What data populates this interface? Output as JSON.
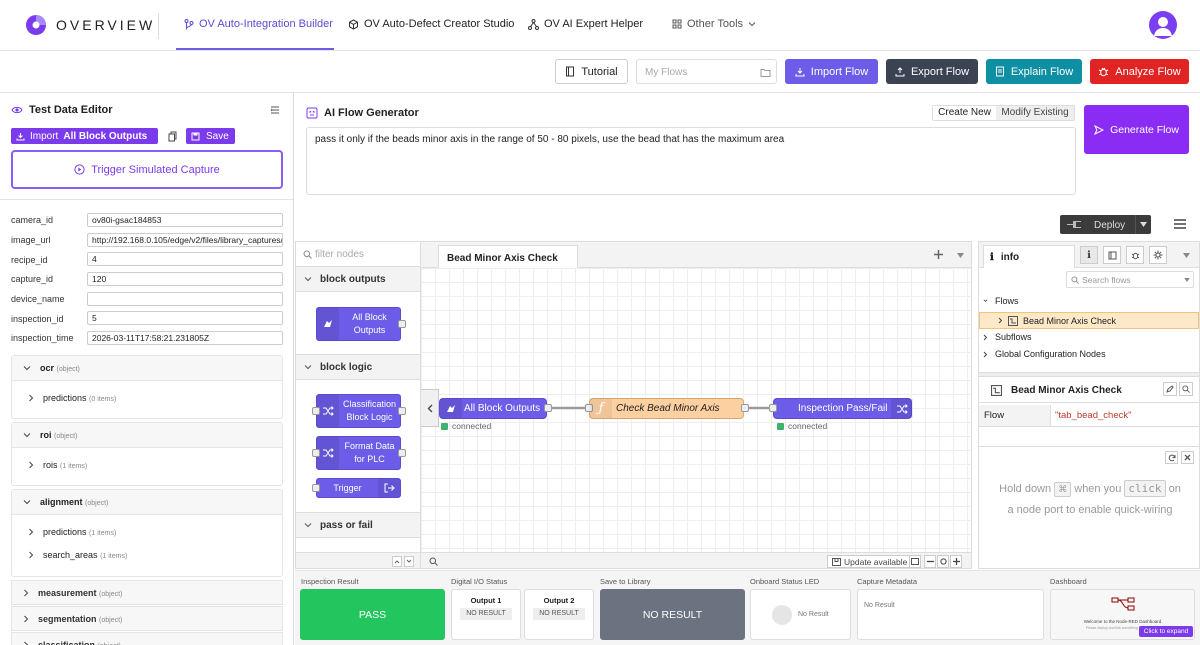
{
  "app": {
    "title": "OVERVIEW"
  },
  "nav": {
    "items": [
      {
        "label": "OV Auto-Integration Builder"
      },
      {
        "label": "OV Auto-Defect Creator Studio"
      },
      {
        "label": "OV AI Expert Helper"
      },
      {
        "label": "Other Tools"
      }
    ]
  },
  "toolbar": {
    "tutorial": "Tutorial",
    "flows_placeholder": "My Flows",
    "import_flow": "Import Flow",
    "export_flow": "Export Flow",
    "explain_flow": "Explain Flow",
    "analyze_flow": "Analyze Flow"
  },
  "left": {
    "title": "Test Data Editor",
    "import_label": "Import",
    "import_value": "All Block Outputs",
    "save": "Save",
    "trigger": "Trigger Simulated Capture",
    "fields": [
      {
        "label": "camera_id",
        "value": "ov80i-gsac184853"
      },
      {
        "label": "image_url",
        "value": "http://192.168.0.105/edge/v2/files/library_captures/"
      },
      {
        "label": "recipe_id",
        "value": "4"
      },
      {
        "label": "capture_id",
        "value": "120"
      },
      {
        "label": "device_name",
        "value": ""
      },
      {
        "label": "inspection_id",
        "value": "5"
      },
      {
        "label": "inspection_time",
        "value": "2026-03-11T17:58:21.231805Z"
      }
    ],
    "objects": {
      "ocr": {
        "name": "ocr",
        "type": "(object)",
        "sub": [
          {
            "name": "predictions",
            "count": "(0 items)"
          }
        ]
      },
      "roi": {
        "name": "roi",
        "type": "(object)",
        "sub": [
          {
            "name": "rois",
            "count": "(1 items)"
          }
        ]
      },
      "alignment": {
        "name": "alignment",
        "type": "(object)",
        "sub": [
          {
            "name": "predictions",
            "count": "(1 items)"
          },
          {
            "name": "search_areas",
            "count": "(1 items)"
          }
        ]
      },
      "measurement": {
        "name": "measurement",
        "type": "(object)"
      },
      "segmentation": {
        "name": "segmentation",
        "type": "(object)"
      },
      "classification": {
        "name": "classification",
        "type": "(object)"
      }
    }
  },
  "generator": {
    "title": "AI Flow Generator",
    "mode_create": "Create New",
    "mode_modify": "Modify Existing",
    "prompt": "pass it only if the beads minor axis in the range of 50 - 80 pixels, use the bead that has the maximum area",
    "generate": "Generate Flow"
  },
  "nodered": {
    "deploy": "Deploy",
    "filter_placeholder": "filter nodes",
    "palette": {
      "cat_outputs": "block outputs",
      "node_all_outputs": "All Block Outputs",
      "cat_logic": "block logic",
      "node_classification": "Classification Block Logic",
      "node_format": "Format Data for PLC",
      "node_trigger": "Trigger",
      "cat_pass": "pass or fail"
    },
    "tab": "Bead Minor Axis Check",
    "flow_nodes": {
      "n1": "All Block Outputs",
      "n2": "Check Bead Minor Axis",
      "n3": "Inspection Pass/Fail",
      "status1": "connected",
      "status3": "connected"
    },
    "update": "Update available",
    "sidebar": {
      "tab": "info",
      "search_placeholder": "Search flows",
      "flows": "Flows",
      "flow_item": "Bead Minor Axis Check",
      "subflows": "Subflows",
      "global": "Global Configuration Nodes",
      "detail_title": "Bead Minor Axis Check",
      "prop_label": "Flow",
      "prop_value": "\"tab_bead_check\"",
      "tip_pre": "Hold down",
      "tip_key": "⌘",
      "tip_mid": "when you",
      "tip_click": "click",
      "tip_on": "on",
      "tip_post": "a node port to enable quick-wiring"
    }
  },
  "bottom": {
    "inspection": {
      "label": "Inspection Result",
      "value": "PASS",
      "color": "#22c55e"
    },
    "io": {
      "label": "Digital I/O Status",
      "out1": "Output 1",
      "out2": "Output 2",
      "out1_val": "NO RESULT",
      "out2_val": "NO RESULT"
    },
    "library": {
      "label": "Save to Library",
      "value": "NO RESULT"
    },
    "led": {
      "label": "Onboard Status LED",
      "value": "No Result"
    },
    "meta": {
      "label": "Capture Metadata",
      "value": "No Result"
    },
    "dash": {
      "label": "Dashboard",
      "caption": "Welcome to the Node-RED Dashboard",
      "sub": "Please deploy and link something to get started",
      "expand": "Click to expand"
    }
  },
  "colors": {
    "accent": "#7c3aed",
    "purple_btn": "#6c5ce7",
    "dark_btn": "#3b4252",
    "teal_btn": "#0e8fa3",
    "red_btn": "#e02424",
    "node": "#6c5ce7",
    "function_node": "#fdd0a2"
  }
}
